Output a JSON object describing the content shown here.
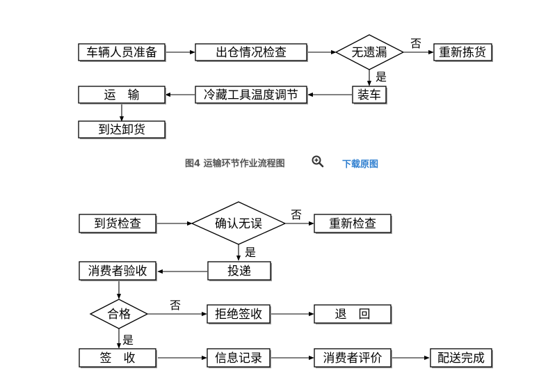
{
  "diagram1": {
    "nodes": {
      "vehicle_staff_prep": "车辆人员准备",
      "outbound_check": "出仓情况检查",
      "nothing_missing": "无遗漏",
      "repick_goods": "重新拣货",
      "loading": "装车",
      "cold_storage_temp": "冷藏工具温度调节",
      "transport": "运　输",
      "arrive_unload": "到达卸货"
    },
    "labels": {
      "no": "否",
      "yes": "是"
    }
  },
  "figure_caption": {
    "title": "图4 运输环节作业流程图",
    "download_label": "下载原图"
  },
  "diagram2": {
    "nodes": {
      "arrival_check": "到货检查",
      "confirm_no_error": "确认无误",
      "recheck": "重新检查",
      "delivery": "投递",
      "consumer_inspect": "消费者验收",
      "qualified": "合格",
      "refuse_sign": "拒绝签收",
      "return": "退　回",
      "sign": "签　收",
      "info_record": "信息记录",
      "consumer_review": "消费者评价",
      "delivery_complete": "配送完成"
    },
    "labels": {
      "no_1": "否",
      "yes_1": "是",
      "no_2": "否",
      "yes_2": "是"
    }
  },
  "colors": {
    "caption": "#555555",
    "link": "#2f7fd0",
    "shadow": "#999999"
  },
  "icons": {
    "zoom": "zoom-in-icon"
  }
}
